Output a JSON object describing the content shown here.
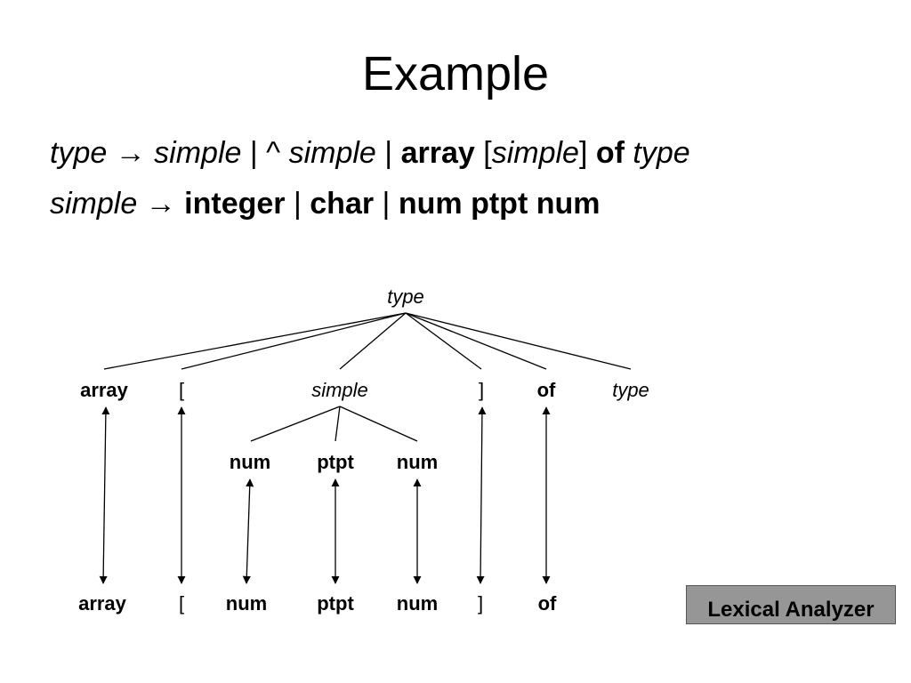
{
  "title": "Example",
  "grammar": {
    "rule1": {
      "lhs": "type",
      "arrow": "→",
      "alt1": "simple",
      "sep": "|",
      "caret": "^",
      "alt2": "simple",
      "kw_array": "array",
      "lbracket": "[",
      "inner": "simple",
      "rbracket": "]",
      "kw_of": "of",
      "tail": "type"
    },
    "rule2": {
      "lhs": "simple",
      "arrow": "→",
      "kw_integer": "integer",
      "sep": "|",
      "kw_char": "char",
      "kw_num1": "num",
      "kw_ptpt": "ptpt",
      "kw_num2": "num"
    }
  },
  "tree": {
    "root": "type",
    "level1": [
      "array",
      "[",
      "simple",
      "]",
      "of",
      "type"
    ],
    "level2": [
      "num",
      "ptpt",
      "num"
    ],
    "tokens": [
      "array",
      "[",
      "num",
      "ptpt",
      "num",
      "]",
      "of"
    ]
  },
  "lexer_label": "Lexical Analyzer"
}
